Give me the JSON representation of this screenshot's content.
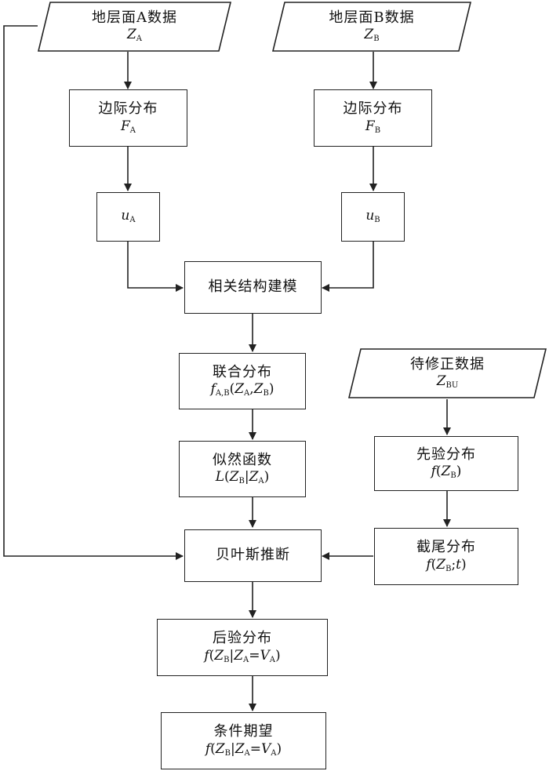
{
  "nodes": {
    "layer_a_data": {
      "title": "地层面A数据",
      "var": "Z",
      "sub": "A"
    },
    "layer_b_data": {
      "title": "地层面B数据",
      "var": "Z",
      "sub": "B"
    },
    "marginal_a": {
      "title": "边际分布",
      "var": "F",
      "sub": "A"
    },
    "marginal_b": {
      "title": "边际分布",
      "var": "F",
      "sub": "B"
    },
    "u_a": {
      "var": "u",
      "sub": "A"
    },
    "u_b": {
      "var": "u",
      "sub": "B"
    },
    "dependence_modeling": {
      "title": "相关结构建模"
    },
    "joint_distribution": {
      "title": "联合分布",
      "fn": "f",
      "fn_sub": "A,B",
      "z1": "Z",
      "z1_sub": "A",
      "comma": ",",
      "z2": "Z",
      "z2_sub": "B"
    },
    "likelihood": {
      "title": "似然函数",
      "fn": "L",
      "z1": "Z",
      "z1_sub": "B",
      "bar": "|",
      "z2": "Z",
      "z2_sub": "A"
    },
    "data_to_correct": {
      "title": "待修正数据",
      "var": "Z",
      "sub": "BU"
    },
    "prior": {
      "title": "先验分布",
      "fn": "f",
      "z": "Z",
      "z_sub": "B"
    },
    "truncated": {
      "title": "截尾分布",
      "fn": "f",
      "z": "Z",
      "z_sub": "B",
      "sep": ";",
      "t": "t"
    },
    "bayes_inference": {
      "title": "贝叶斯推断"
    },
    "posterior": {
      "title": "后验分布",
      "fn": "f",
      "z1": "Z",
      "z1_sub": "B",
      "bar": "|",
      "z2": "Z",
      "z2_sub": "A",
      "eq": "=",
      "v": "V",
      "v_sub": "A"
    },
    "conditional_expectation": {
      "title": "条件期望",
      "fn": "f",
      "z1": "Z",
      "z1_sub": "B",
      "bar": "|",
      "z2": "Z",
      "z2_sub": "A",
      "eq": "=",
      "v": "V",
      "v_sub": "A"
    }
  },
  "colors": {
    "stroke": "#222222",
    "fill": "#ffffff",
    "text": "#111111"
  }
}
